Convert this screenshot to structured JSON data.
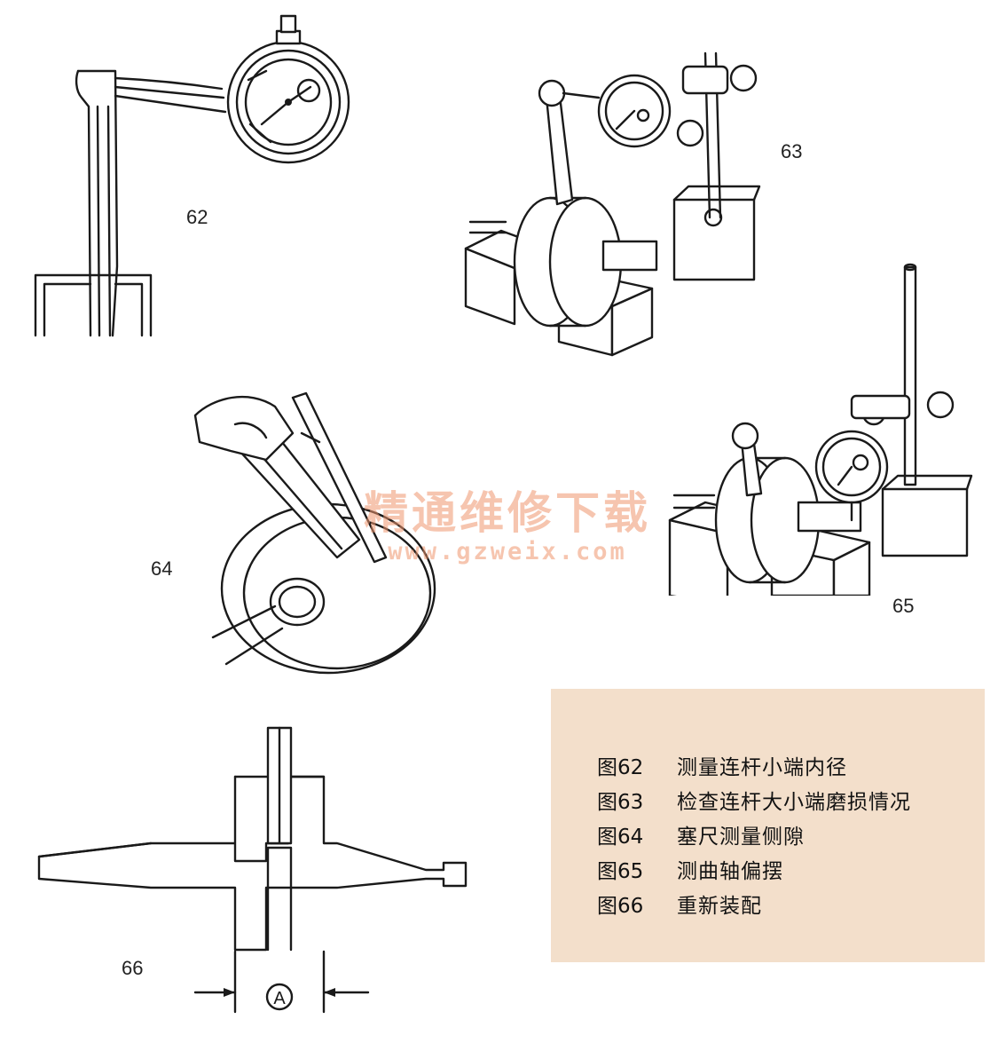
{
  "figures": {
    "fig62": {
      "number": "62"
    },
    "fig63": {
      "number": "63"
    },
    "fig64": {
      "number": "64"
    },
    "fig65": {
      "number": "65"
    },
    "fig66": {
      "number": "66",
      "dimension_label": "A"
    }
  },
  "captions": [
    {
      "fig": "图62",
      "text": "测量连杆小端内径"
    },
    {
      "fig": "图63",
      "text": "检查连杆大小端磨损情况"
    },
    {
      "fig": "图64",
      "text": "塞尺测量侧隙"
    },
    {
      "fig": "图65",
      "text": "测曲轴偏摆"
    },
    {
      "fig": "图66",
      "text": "重新装配"
    }
  ],
  "watermark": {
    "title": "精通维修下载",
    "url": "www.gzweix.com"
  },
  "colors": {
    "caption_bg": "#f3dfcb",
    "watermark": "#ee966e",
    "line": "#1a1a1a"
  }
}
